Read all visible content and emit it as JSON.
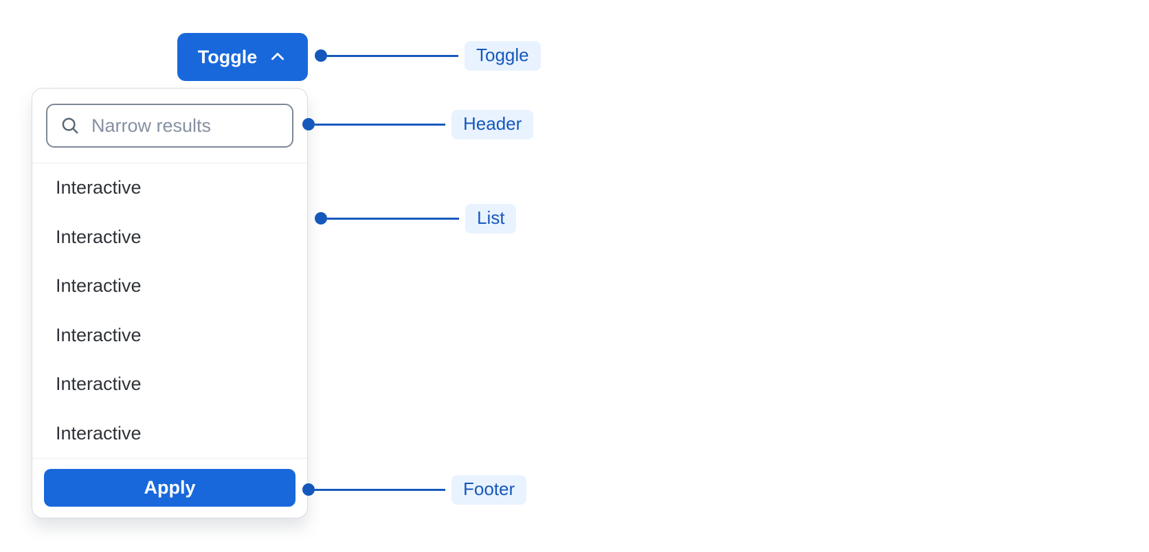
{
  "toggle_button": {
    "label": "Toggle"
  },
  "dropdown": {
    "search_placeholder": "Narrow results",
    "search_value": "",
    "items": [
      "Interactive",
      "Interactive",
      "Interactive",
      "Interactive",
      "Interactive",
      "Interactive"
    ],
    "apply_label": "Apply"
  },
  "annotations": {
    "toggle": "Toggle",
    "header": "Header",
    "list": "List",
    "footer": "Footer"
  },
  "colors": {
    "primary_blue": "#1868DB",
    "annotation_line": "#1558BC",
    "annotation_pill_bg": "#E9F2FF",
    "annotation_text": "#1558BC",
    "item_text": "#2F3338",
    "placeholder_text": "#8590A2",
    "input_border": "#7D8696",
    "panel_border": "#D8DBDF",
    "divider": "#ECEEF0",
    "background": "#FFFFFF"
  }
}
